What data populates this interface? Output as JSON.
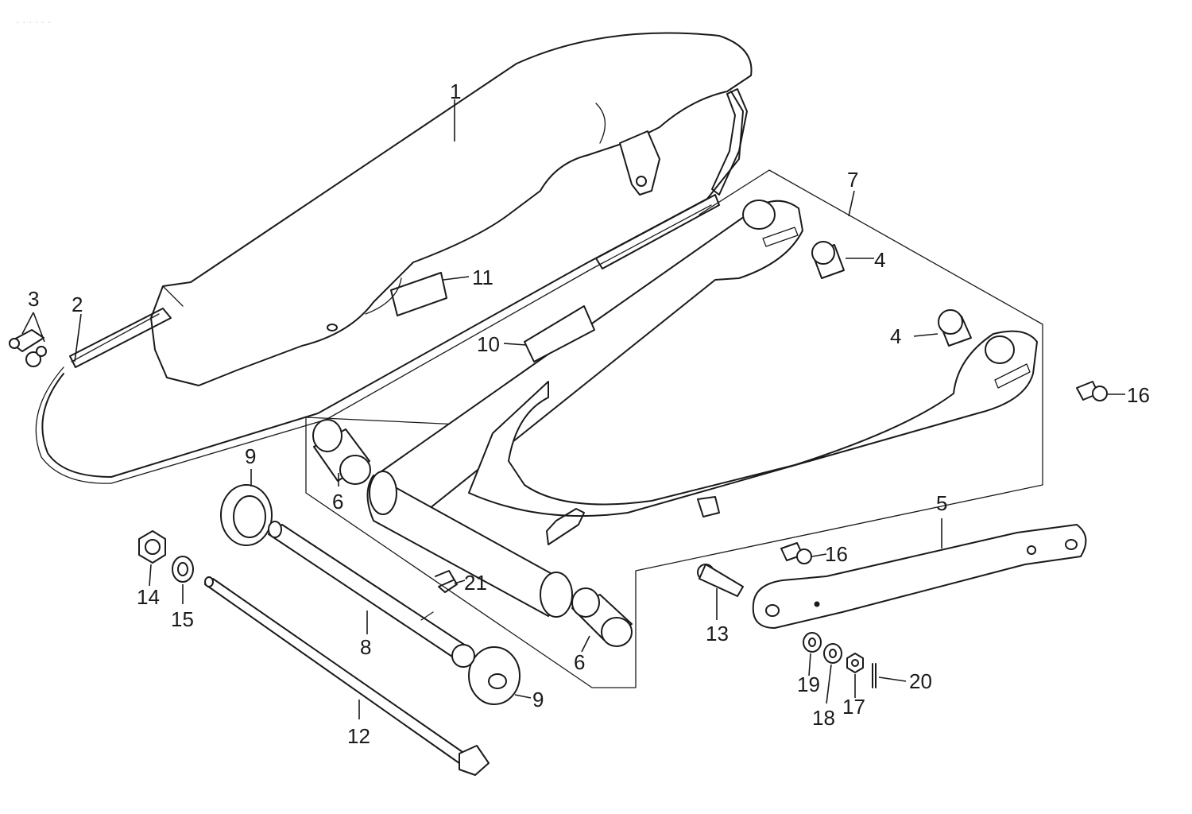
{
  "header": {
    "faint_text": "·  ·  ·  ·  ·  ·"
  },
  "callouts": {
    "c1": "1",
    "c2": "2",
    "c3": "3",
    "c4a": "4",
    "c4b": "4",
    "c5": "5",
    "c6a": "6",
    "c6b": "6",
    "c7": "7",
    "c8": "8",
    "c9a": "9",
    "c9b": "9",
    "c10": "10",
    "c11": "11",
    "c12": "12",
    "c13": "13",
    "c14": "14",
    "c15": "15",
    "c16a": "16",
    "c16b": "16",
    "c17": "17",
    "c18": "18",
    "c19": "19",
    "c20": "20",
    "c21": "21"
  },
  "colors": {
    "line": "#1a1a1a",
    "background": "#ffffff"
  }
}
